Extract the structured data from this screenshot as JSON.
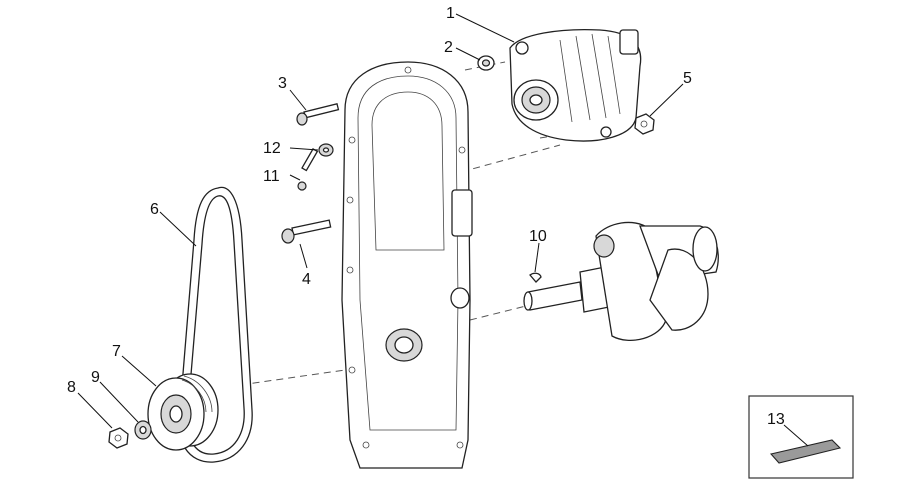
{
  "callouts": [
    {
      "id": "1",
      "label": "1"
    },
    {
      "id": "2",
      "label": "2"
    },
    {
      "id": "3",
      "label": "3"
    },
    {
      "id": "4",
      "label": "4"
    },
    {
      "id": "5",
      "label": "5"
    },
    {
      "id": "6",
      "label": "6"
    },
    {
      "id": "7",
      "label": "7"
    },
    {
      "id": "8",
      "label": "8"
    },
    {
      "id": "9",
      "label": "9"
    },
    {
      "id": "10",
      "label": "10"
    },
    {
      "id": "11",
      "label": "11"
    },
    {
      "id": "12",
      "label": "12"
    },
    {
      "id": "13",
      "label": "13"
    }
  ],
  "colors": {
    "line": "#222222",
    "shade": "#d8d8d8",
    "gasket": "#9a9a9a"
  }
}
